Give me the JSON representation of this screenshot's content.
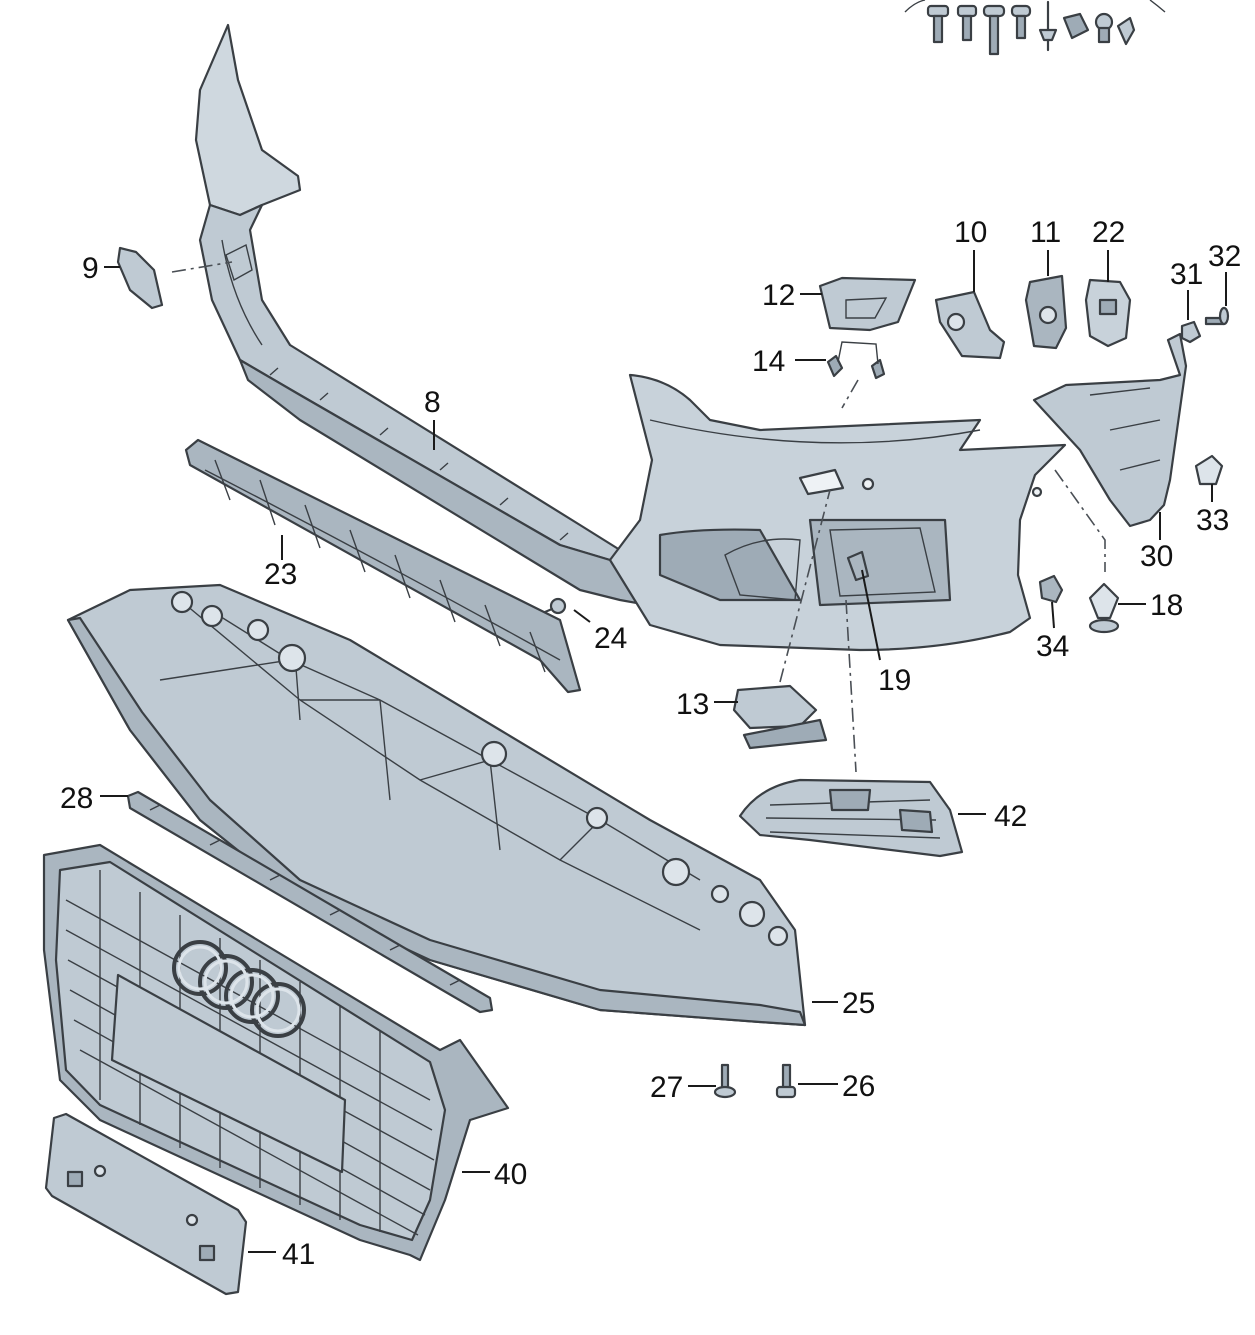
{
  "colors": {
    "part_fill": "#bfcad3",
    "part_fill_dark": "#9eabb6",
    "part_fill_light": "#dde4ea",
    "outline": "#3a3f44",
    "background": "#ffffff"
  },
  "callouts": [
    {
      "id": "c8",
      "label": "8"
    },
    {
      "id": "c9",
      "label": "9"
    },
    {
      "id": "c10",
      "label": "10"
    },
    {
      "id": "c11",
      "label": "11"
    },
    {
      "id": "c12",
      "label": "12"
    },
    {
      "id": "c13",
      "label": "13"
    },
    {
      "id": "c14",
      "label": "14"
    },
    {
      "id": "c18",
      "label": "18"
    },
    {
      "id": "c19",
      "label": "19"
    },
    {
      "id": "c22",
      "label": "22"
    },
    {
      "id": "c23",
      "label": "23"
    },
    {
      "id": "c24",
      "label": "24"
    },
    {
      "id": "c25",
      "label": "25"
    },
    {
      "id": "c26",
      "label": "26"
    },
    {
      "id": "c27",
      "label": "27"
    },
    {
      "id": "c28",
      "label": "28"
    },
    {
      "id": "c30",
      "label": "30"
    },
    {
      "id": "c31",
      "label": "31"
    },
    {
      "id": "c32",
      "label": "32"
    },
    {
      "id": "c33",
      "label": "33"
    },
    {
      "id": "c34",
      "label": "34"
    },
    {
      "id": "c40",
      "label": "40"
    },
    {
      "id": "c41",
      "label": "41"
    },
    {
      "id": "c42",
      "label": "42"
    }
  ]
}
